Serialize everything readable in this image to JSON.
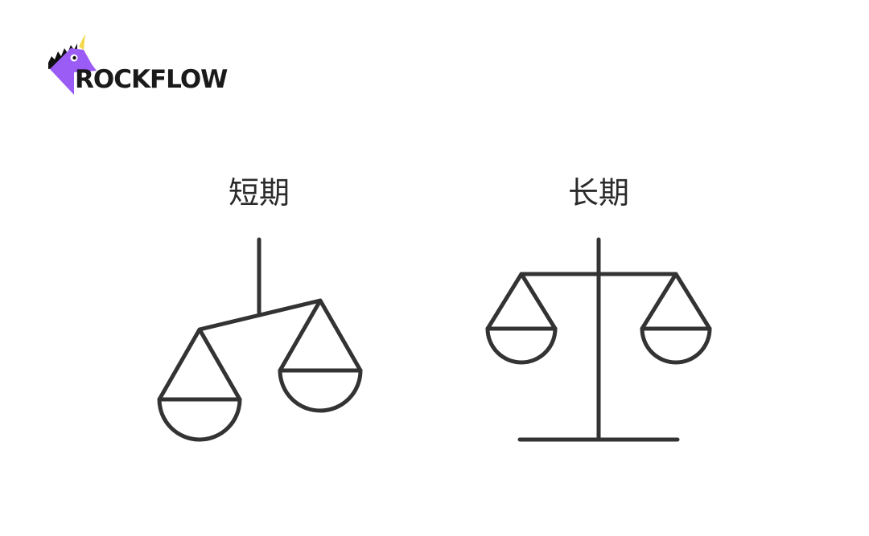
{
  "brand": {
    "name": "ROCKFLOW",
    "logo_color": "#9b5cf5",
    "icon": "unicorn-head-icon"
  },
  "panels": [
    {
      "title": "短期",
      "icon": "unbalanced-scale-icon",
      "state": "tilted"
    },
    {
      "title": "长期",
      "icon": "balanced-scale-icon",
      "state": "level"
    }
  ],
  "colors": {
    "stroke": "#333333",
    "background": "#ffffff"
  }
}
